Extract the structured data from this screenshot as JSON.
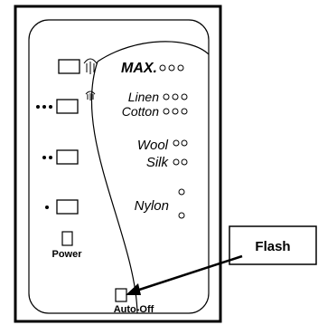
{
  "panel": {
    "fabrics": {
      "max": "MAX.",
      "linen": "Linen",
      "cotton": "Cotton",
      "wool": "Wool",
      "silk": "Silk",
      "nylon": "Nylon"
    },
    "power_label": "Power",
    "auto_off_label": "Auto-Off"
  },
  "callout": {
    "label": "Flash"
  },
  "icons": [
    "steam-icon-large",
    "steam-icon-small"
  ]
}
